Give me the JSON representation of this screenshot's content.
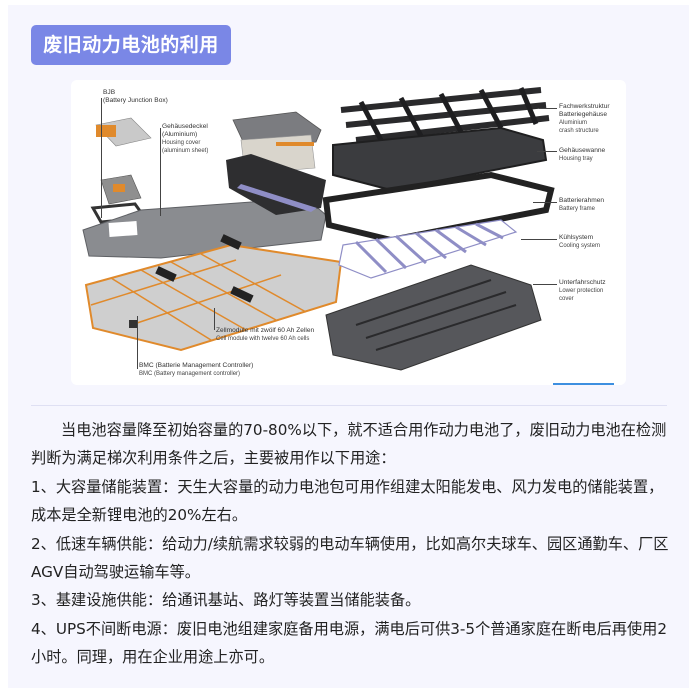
{
  "title": "废旧动力电池的利用",
  "figure": {
    "labels": {
      "bjb": {
        "de": "BJB",
        "en": "(Battery Junction Box)"
      },
      "housing_cover": {
        "de1": "Gehäusedeckel",
        "de2": "(Aluminium)",
        "en1": "Housing cover",
        "en2": "(aluminum sheet)"
      },
      "crash_structure": {
        "de1": "Fachwerkstruktur",
        "de2": "Batteriegehäuse",
        "en1": "Aluminium",
        "en2": "crash structure"
      },
      "housing_tray": {
        "de": "Gehäusewanne",
        "en": "Housing tray"
      },
      "battery_frame": {
        "de": "Batterierahmen",
        "en": "Battery frame"
      },
      "cooling": {
        "de": "Kühlsystem",
        "en": "Cooling system"
      },
      "lower_cover": {
        "de": "Unterfahrschutz",
        "en1": "Lower protection",
        "en2": "cover"
      },
      "cell_module": {
        "de": "Zellmodule mit zwölf 60 Ah Zellen",
        "en": "Cell module with twelve 60 Ah cells"
      },
      "bmc": {
        "de": "BMC (Batterie Management Controller)",
        "en": "BMC (Battery management controller)"
      }
    },
    "colors": {
      "accent": "#7a87e6",
      "underline": "#3d8fe0",
      "panel_bg": "#f6f6fe"
    }
  },
  "paragraphs": [
    "当电池容量降至初始容量的70-80%以下，就不适合用作动力电池了，废旧动力电池在检测判断为满足梯次利用条件之后，主要被用作以下用途：",
    "1、大容量储能装置：天生大容量的动力电池包可用作组建太阳能发电、风力发电的储能装置，成本是全新锂电池的20%左右。",
    "2、低速车辆供能：给动力/续航需求较弱的电动车辆使用，比如高尔夫球车、园区通勤车、厂区AGV自动驾驶运输车等。",
    "3、基建设施供能：给通讯基站、路灯等装置当储能装备。",
    "4、UPS不间断电源：废旧电池组建家庭备用电源，满电后可供3-5个普通家庭在断电后再使用2小时。同理，用在企业用途上亦可。"
  ]
}
